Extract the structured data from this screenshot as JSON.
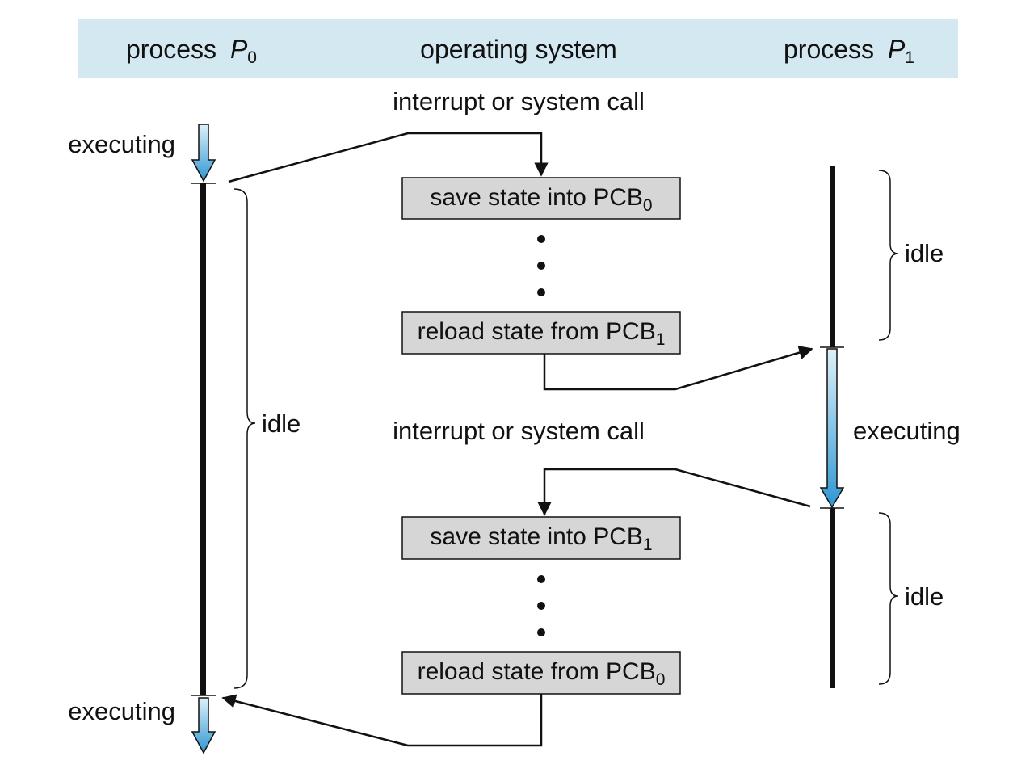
{
  "header": {
    "process_word": "process",
    "p0_symbol": "P",
    "p0_subscript": "0",
    "os_label": "operating system",
    "p1_symbol": "P",
    "p1_subscript": "1"
  },
  "labels": {
    "interrupt_top": "interrupt or system call",
    "interrupt_mid": "interrupt or system call",
    "executing_p0_top": "executing",
    "executing_p0_bottom": "executing",
    "executing_p1": "executing",
    "idle_p0": "idle",
    "idle_p1_top": "idle",
    "idle_p1_bottom": "idle"
  },
  "boxes": {
    "save_pcb0": {
      "text": "save state into PCB",
      "sub": "0"
    },
    "reload_pcb1": {
      "text": "reload state from PCB",
      "sub": "1"
    },
    "save_pcb1": {
      "text": "save state into PCB",
      "sub": "1"
    },
    "reload_pcb0": {
      "text": "reload state from PCB",
      "sub": "0"
    }
  },
  "colors": {
    "header_band": "#d3e8f1",
    "box_fill": "#d6d6d6",
    "execute_arrow_top": "#dff0f8",
    "execute_arrow_bottom": "#2e97d3"
  }
}
